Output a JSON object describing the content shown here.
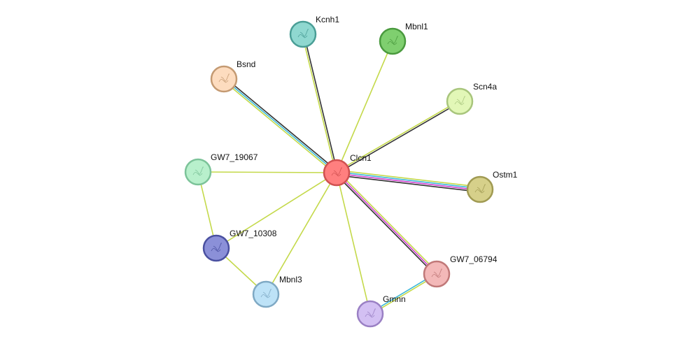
{
  "network": {
    "nodes": [
      {
        "id": "Clcn1",
        "label": "Clcn1",
        "color": "#ff7f7f",
        "stroke": "#d05050",
        "center": true
      },
      {
        "id": "Kcnh1",
        "label": "Kcnh1",
        "color": "#8fd8d0",
        "stroke": "#4a9e96"
      },
      {
        "id": "Mbnl1",
        "label": "Mbnl1",
        "color": "#7fcf6f",
        "stroke": "#4a9a3e"
      },
      {
        "id": "Bsnd",
        "label": "Bsnd",
        "color": "#fddcbf",
        "stroke": "#c49a72"
      },
      {
        "id": "Scn4a",
        "label": "Scn4a",
        "color": "#e2f7b7",
        "stroke": "#a8c57c"
      },
      {
        "id": "GW7_19067",
        "label": "GW7_19067",
        "color": "#b8f0cc",
        "stroke": "#7cc399"
      },
      {
        "id": "Ostm1",
        "label": "Ostm1",
        "color": "#d6d08a",
        "stroke": "#a09a52"
      },
      {
        "id": "GW7_10308",
        "label": "GW7_10308",
        "color": "#8b90d8",
        "stroke": "#4a50a0"
      },
      {
        "id": "GW7_06794",
        "label": "GW7_06794",
        "color": "#f3b8b8",
        "stroke": "#c07878"
      },
      {
        "id": "Mbnl3",
        "label": "Mbnl3",
        "color": "#bde2f7",
        "stroke": "#7fa9c4"
      },
      {
        "id": "Gmnn",
        "label": "Gmnn",
        "color": "#d3c0f3",
        "stroke": "#9a80c4"
      }
    ],
    "edges": [
      {
        "from": "Clcn1",
        "to": "Kcnh1",
        "colors": [
          "#c4d94a",
          "#333333"
        ]
      },
      {
        "from": "Clcn1",
        "to": "Mbnl1",
        "colors": [
          "#c4d94a"
        ]
      },
      {
        "from": "Clcn1",
        "to": "Bsnd",
        "colors": [
          "#c4d94a",
          "#3cb8d8",
          "#333333"
        ]
      },
      {
        "from": "Clcn1",
        "to": "Scn4a",
        "colors": [
          "#c4d94a",
          "#333333"
        ]
      },
      {
        "from": "Clcn1",
        "to": "GW7_19067",
        "colors": [
          "#c4d94a"
        ]
      },
      {
        "from": "Clcn1",
        "to": "Ostm1",
        "colors": [
          "#c4d94a",
          "#3cb8d8",
          "#d040d0",
          "#333333"
        ]
      },
      {
        "from": "Clcn1",
        "to": "GW7_10308",
        "colors": [
          "#c4d94a"
        ]
      },
      {
        "from": "Clcn1",
        "to": "GW7_06794",
        "colors": [
          "#c4d94a",
          "#d040d0",
          "#333333"
        ]
      },
      {
        "from": "Clcn1",
        "to": "Mbnl3",
        "colors": [
          "#c4d94a"
        ]
      },
      {
        "from": "Clcn1",
        "to": "Gmnn",
        "colors": [
          "#c4d94a"
        ]
      },
      {
        "from": "GW7_19067",
        "to": "GW7_10308",
        "colors": [
          "#c4d94a"
        ]
      },
      {
        "from": "GW7_10308",
        "to": "Mbnl3",
        "colors": [
          "#c4d94a"
        ]
      },
      {
        "from": "GW7_06794",
        "to": "Gmnn",
        "colors": [
          "#c4d94a",
          "#3cb8d8"
        ]
      }
    ]
  }
}
